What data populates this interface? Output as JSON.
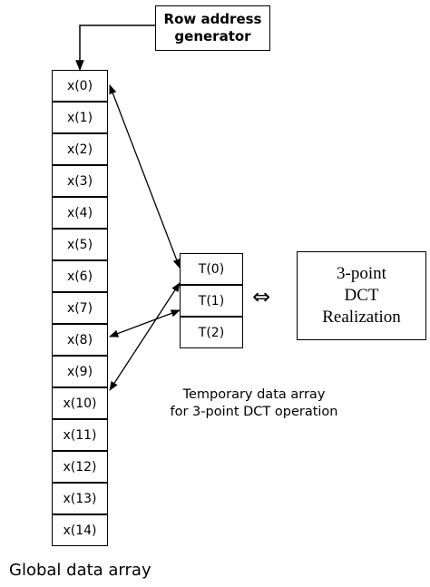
{
  "row_address_generator": {
    "line1": "Row address",
    "line2": "generator"
  },
  "global_array": {
    "cells": [
      "x(0)",
      "x(1)",
      "x(2)",
      "x(3)",
      "x(4)",
      "x(5)",
      "x(6)",
      "x(7)",
      "x(8)",
      "x(9)",
      "x(10)",
      "x(11)",
      "x(12)",
      "x(13)",
      "x(14)"
    ],
    "label": "Global data array"
  },
  "temp_array": {
    "cells": [
      "T(0)",
      "T(1)",
      "T(2)"
    ],
    "label_line1": "Temporary data array",
    "label_line2": "for 3-point  DCT operation"
  },
  "equivalence_symbol": "⇔",
  "dct_block": {
    "line1": "3-point",
    "line2": "DCT",
    "line3": "Realization"
  }
}
